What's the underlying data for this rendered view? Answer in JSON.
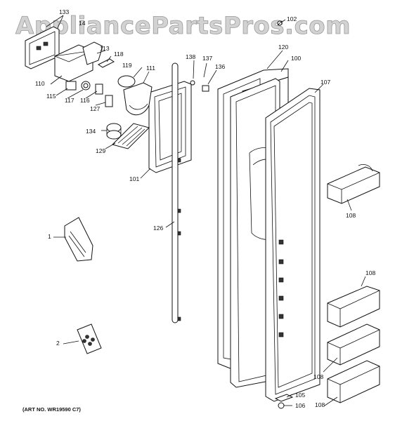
{
  "watermark": "AppliancePartsPros.com",
  "art_number": "(ART NO. WR19590 C7)",
  "callouts": {
    "c1": "1",
    "c2": "2",
    "c100": "100",
    "c101": "101",
    "c102": "102",
    "c105": "105",
    "c106": "106",
    "c107": "107",
    "c108a": "108",
    "c108b": "108",
    "c108c": "108",
    "c108d": "108",
    "c110": "110",
    "c111": "111",
    "c113": "113",
    "c115": "115",
    "c116": "116",
    "c117": "117",
    "c118": "118",
    "c119": "119",
    "c120": "120",
    "c126": "126",
    "c127": "127",
    "c129": "129",
    "c133": "133",
    "c134": "134",
    "c136": "136",
    "c137": "137",
    "c138": "138",
    "c14": "14"
  }
}
